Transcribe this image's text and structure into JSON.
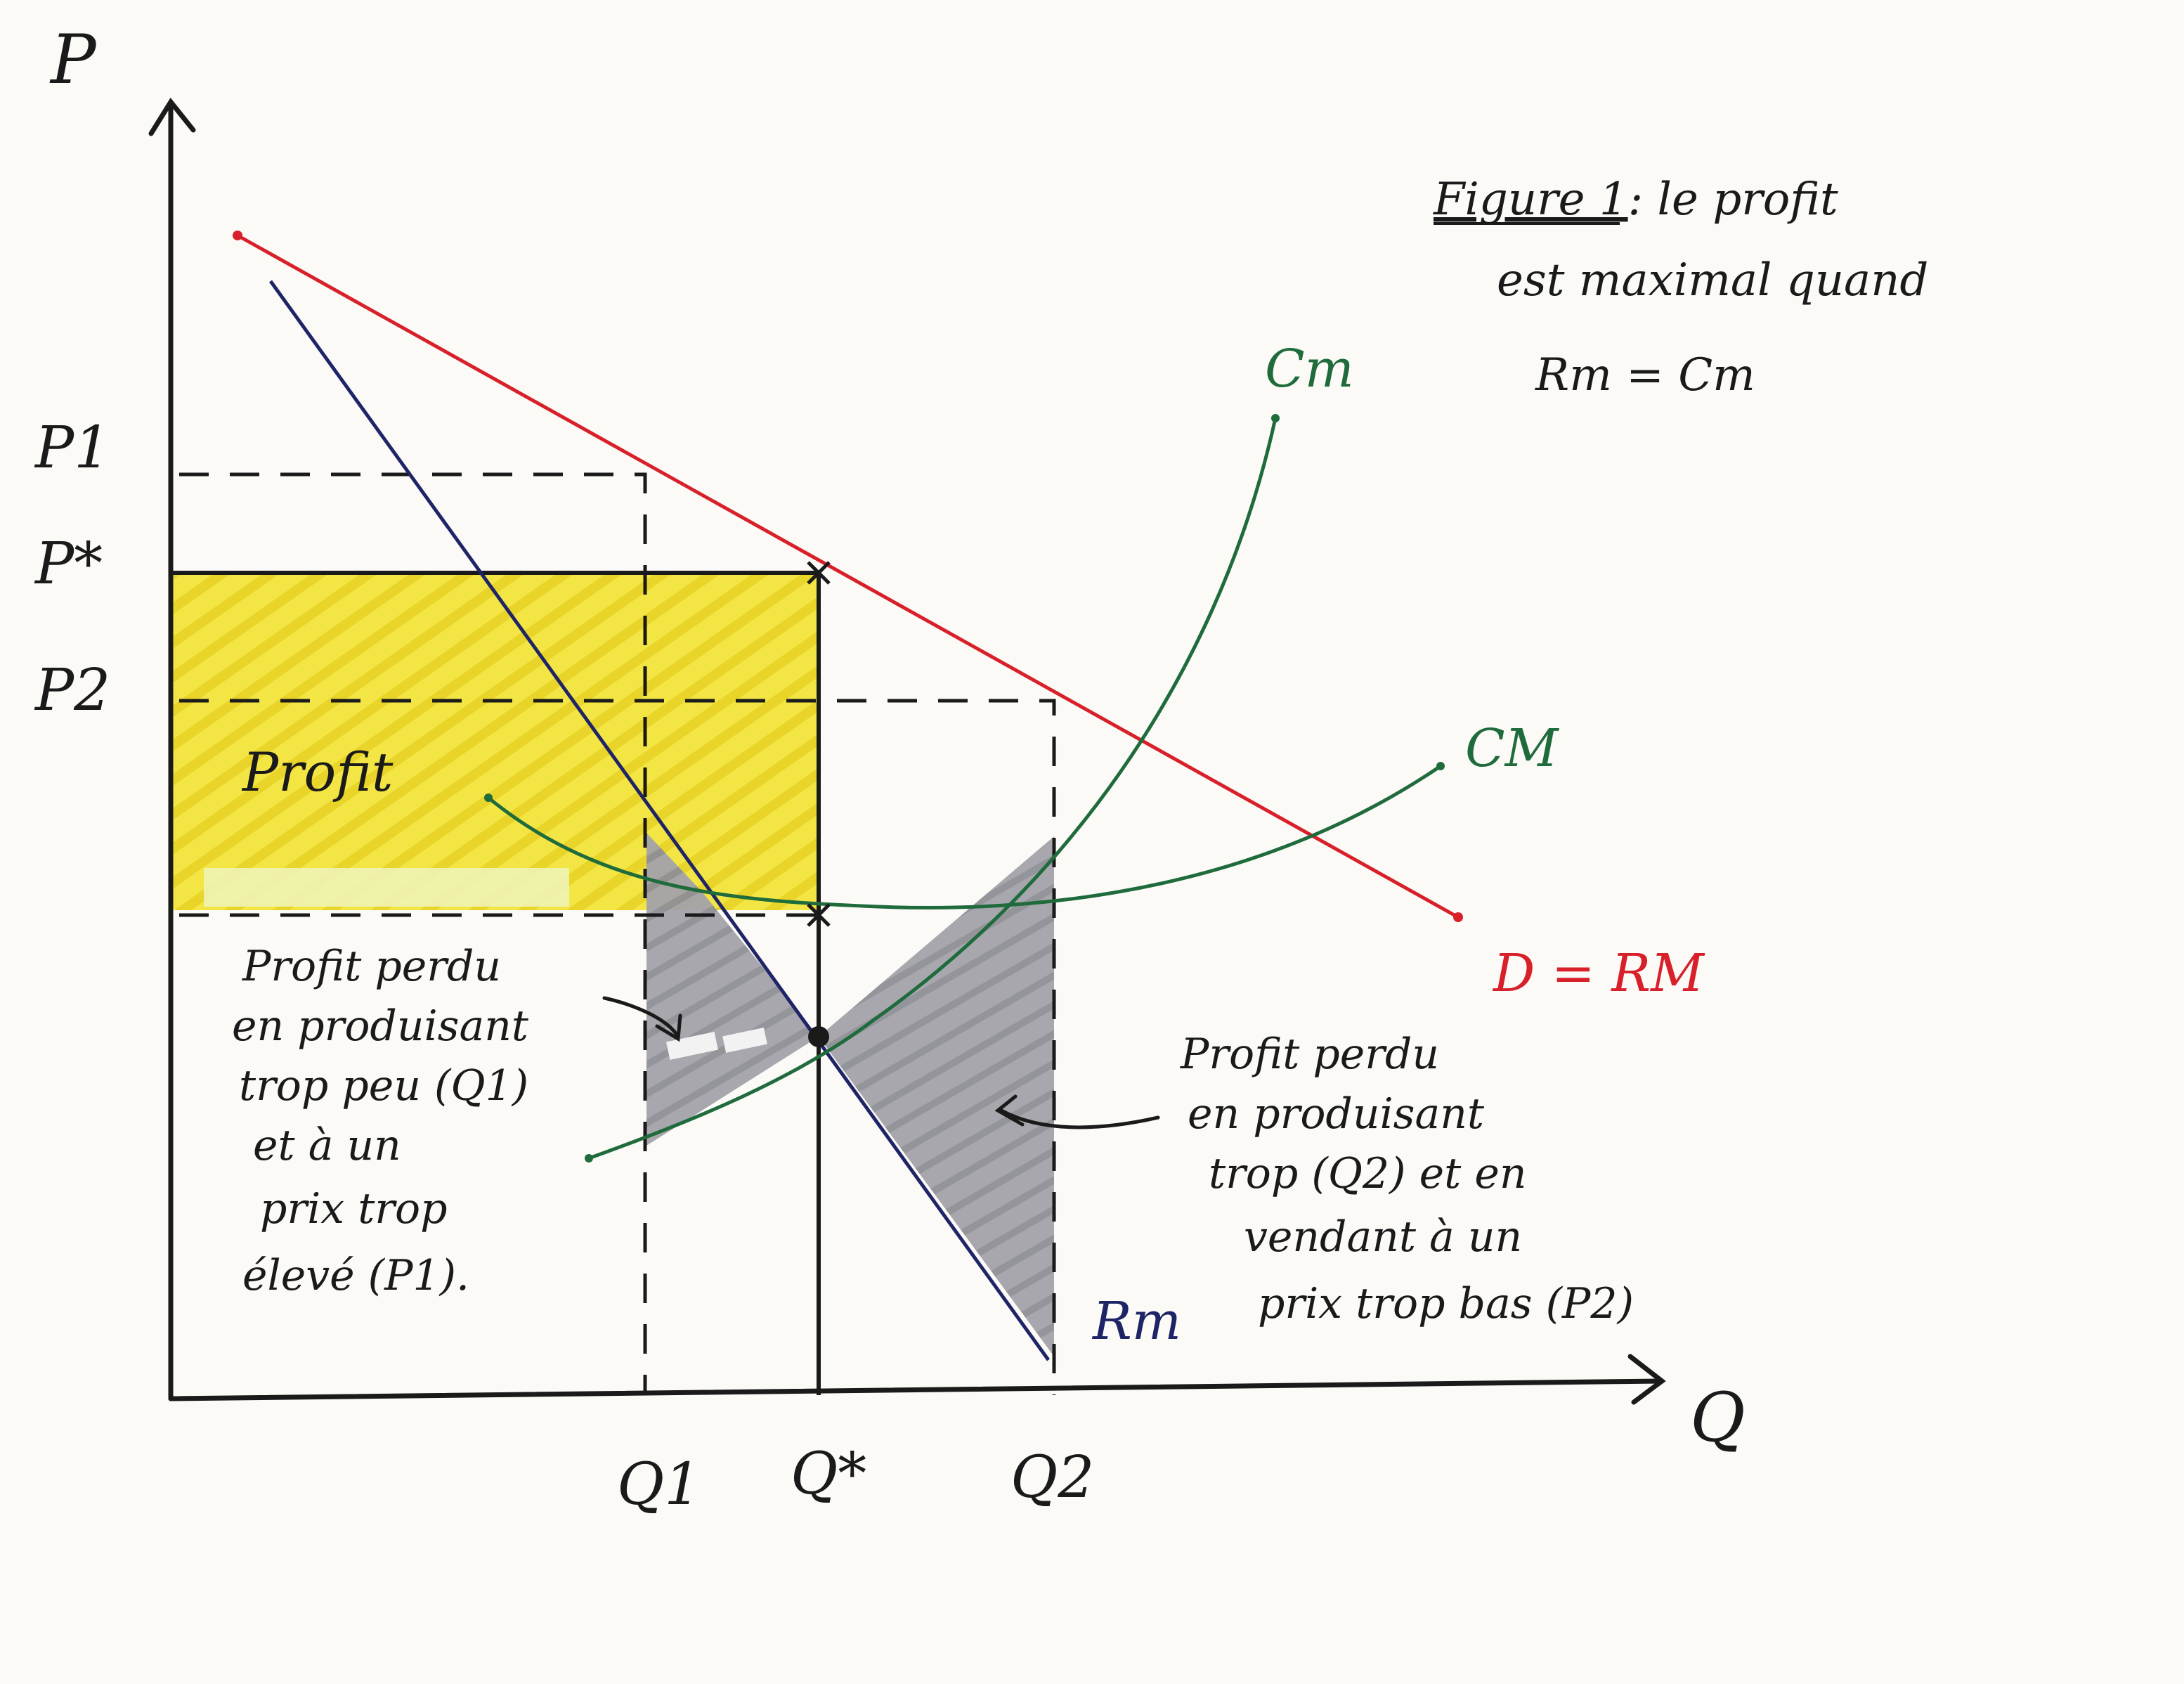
{
  "axes": {
    "y_label": "P",
    "x_label": "Q"
  },
  "price_ticks": {
    "p1": "P1",
    "p_star": "P*",
    "p2": "P2"
  },
  "quantity_ticks": {
    "q1": "Q1",
    "q_star": "Q*",
    "q2": "Q2"
  },
  "curves": {
    "demand": "D = RM",
    "marginal_revenue": "Rm",
    "marginal_cost": "Cm",
    "average_cost": "CM"
  },
  "areas": {
    "profit": "Profit",
    "lost_low": [
      "Profit perdu",
      "en produisant",
      "trop peu (Q1)",
      "et à un",
      "prix trop",
      "élevé (P1)."
    ],
    "lost_high": [
      "Profit perdu",
      "en produisant",
      "trop (Q2) et en",
      "vendant à un",
      "prix trop bas (P2)"
    ]
  },
  "caption": {
    "title": "Figure 1",
    "line1_rest": ": le profit",
    "line2": "est maximal quand",
    "line3": "Rm = Cm"
  },
  "colors": {
    "demand": "#d8202a",
    "marginal_revenue": "#1f2466",
    "costs": "#1f6b3c",
    "profit_fill": "#f0e23a",
    "lost_fill": "#9d9da3",
    "ink": "#1a1a1a"
  }
}
